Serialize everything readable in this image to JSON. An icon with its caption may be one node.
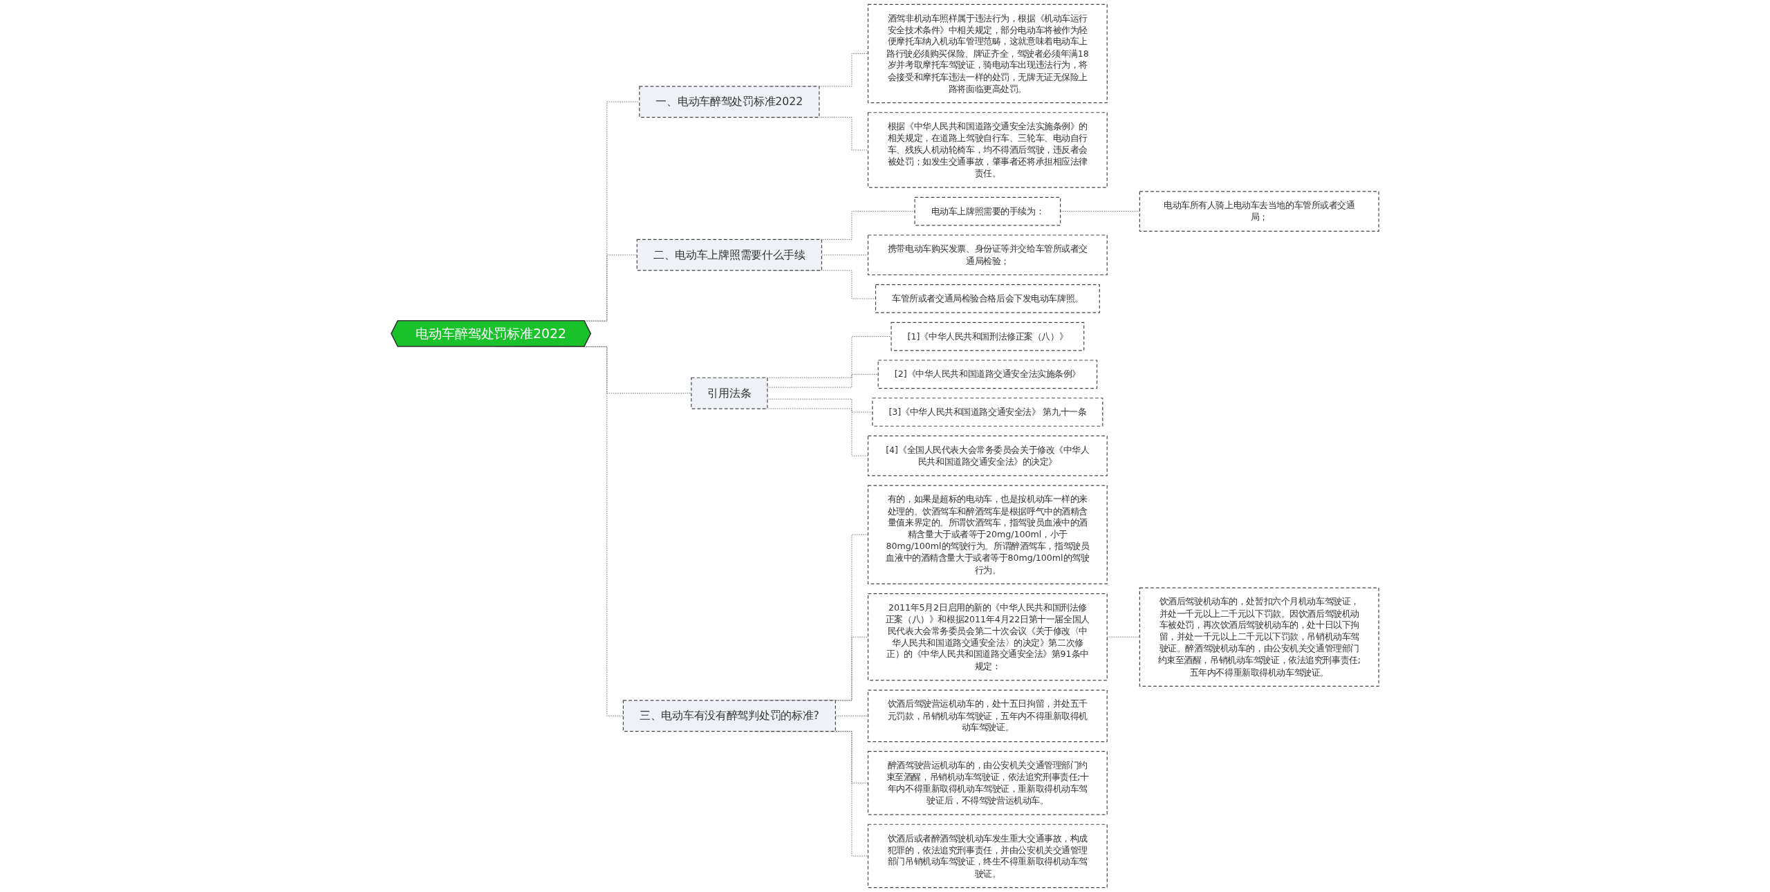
{
  "diagram": {
    "nodes": [
      {
        "text": [
          "电动车醉驾处罚标准2022"
        ]
      },
      {
        "text": [
          "一、电动车醉驾处罚标准2022"
        ]
      },
      {
        "text": [
          "酒驾非机动车照样属于违法行为，根据《机动车运行安全技术条件》中相关规定，部分电动车将被作为轻便摩托车纳入机动车管理范畴，这就意味着电动车上路行驶必须购买保险、牌证齐全，驾驶者必须年满18岁并考取摩托车驾驶证，骑电动车出现违法行为，将会接受和摩托车违法一样的处罚，无牌无证无保险上路将面临更高处罚。"
        ]
      },
      {
        "text": [
          "根据《中华人民共和国道路交通安全法实施条例》的相关规定，在道路上驾驶自行车、三轮车、电动自行车、残疾人机动轮椅车，均不得酒后驾驶，违反者会被处罚；如发生交通事故，肇事者还将承担相应法律责任。"
        ]
      },
      {
        "text": [
          "二、电动车上牌照需要什么手续"
        ]
      },
      {
        "text": [
          "电动车上牌照需要的手续为："
        ]
      },
      {
        "text": [
          "电动车所有人骑上电动车去当地的车管所或者交通局；"
        ]
      },
      {
        "text": [
          "携带电动车购买发票、身份证等并交给车管所或者交通局检验；"
        ]
      },
      {
        "text": [
          "车管所或者交通局检验合格后会下发电动车牌照。"
        ]
      },
      {
        "text": [
          "引用法条"
        ]
      },
      {
        "text": [
          "[1]《中华人民共和国刑法修正案（八）》"
        ]
      },
      {
        "text": [
          "[2]《中华人民共和国道路交通安全法实施条例》"
        ]
      },
      {
        "text": [
          "[3]《中华人民共和国道路交通安全法》 第九十一条"
        ]
      },
      {
        "text": [
          "[4]《全国人民代表大会常务委员会关于修改《中华人民共和国道路交通安全法》的决定》"
        ]
      },
      {
        "text": [
          "三、电动车有没有醉驾判处罚的标准?"
        ]
      },
      {
        "text": [
          "有的，如果是超标的电动车，也是按机动车一样的来处理的。饮酒驾车和醉酒驾车是根据呼气中的酒精含量值来界定的。所谓饮酒驾车，指驾驶员血液中的酒精含量大于或者等于20mg/100ml，小于80mg/100ml的驾驶行为。所谓醉酒驾车，指驾驶员血液中的酒精含量大于或者等于80mg/100ml的驾驶行为。"
        ]
      },
      {
        "text": [
          "2011年5月2日启用的新的《中华人民共和国刑法修正案（八）》和根据2011年4月22日第十一届全国人民代表大会常务委员会第二十次会议《关于修改〈中华人民共和国道路交通安全法〉的决定》第二次修正）的《中华人民共和国道路交通安全法》第91条中规定："
        ]
      },
      {
        "text": [
          "饮酒后驾驶机动车的，处暂扣六个月机动车驾驶证，并处一千元以上二千元以下罚款。因饮酒后驾驶机动车被处罚，再次饮酒后驾驶机动车的，处十日以下拘留，并处一千元以上二千元以下罚款，吊销机动车驾驶证。醉酒驾驶机动车的，由公安机关交通管理部门约束至酒醒，吊销机动车驾驶证，依法追究刑事责任;五年内不得重新取得机动车驾驶证。"
        ]
      },
      {
        "text": [
          "饮酒后驾驶营运机动车的，处十五日拘留，并处五千元罚款，吊销机动车驾驶证，五年内不得重新取得机动车驾驶证。"
        ]
      },
      {
        "text": [
          "醉酒驾驶营运机动车的，由公安机关交通管理部门约束至酒醒，吊销机动车驾驶证，依法追究刑事责任;十年内不得重新取得机动车驾驶证，重新取得机动车驾驶证后，不得驾驶营运机动车。"
        ]
      },
      {
        "text": [
          "饮酒后或者醉酒驾驶机动车发生重大交通事故，构成犯罪的，依法追究刑事责任，并由公安机关交通管理部门吊销机动车驾驶证，终生不得重新取得机动车驾驶证。"
        ]
      }
    ],
    "edges": [
      {
        "from": 0,
        "to": 1,
        "arrow": "none",
        "style": "dashed"
      },
      {
        "from": 1,
        "to": 2,
        "arrow": "none",
        "style": "dashed"
      },
      {
        "from": 1,
        "to": 3,
        "arrow": "none",
        "style": "dashed"
      },
      {
        "from": 0,
        "to": 4,
        "arrow": "none",
        "style": "dashed"
      },
      {
        "from": 4,
        "to": 5,
        "arrow": "none",
        "style": "dashed"
      },
      {
        "from": 5,
        "to": 6,
        "arrow": "none",
        "style": "dashed"
      },
      {
        "from": 4,
        "to": 7,
        "arrow": "none",
        "style": "dashed"
      },
      {
        "from": 4,
        "to": 8,
        "arrow": "none",
        "style": "dashed"
      },
      {
        "from": 0,
        "to": 9,
        "arrow": "none",
        "style": "dashed"
      },
      {
        "from": 9,
        "to": 10,
        "arrow": "none",
        "style": "dashed"
      },
      {
        "from": 9,
        "to": 11,
        "arrow": "none",
        "style": "dashed"
      },
      {
        "from": 9,
        "to": 12,
        "arrow": "none",
        "style": "dashed"
      },
      {
        "from": 9,
        "to": 13,
        "arrow": "none",
        "style": "dashed"
      },
      {
        "from": 0,
        "to": 14,
        "arrow": "none",
        "style": "dashed"
      },
      {
        "from": 14,
        "to": 15,
        "arrow": "none",
        "style": "dashed"
      },
      {
        "from": 14,
        "to": 16,
        "arrow": "none",
        "style": "dashed"
      },
      {
        "from": 16,
        "to": 17,
        "arrow": "none",
        "style": "dashed"
      },
      {
        "from": 14,
        "to": 18,
        "arrow": "none",
        "style": "dashed"
      },
      {
        "from": 14,
        "to": 19,
        "arrow": "none",
        "style": "dashed"
      },
      {
        "from": 14,
        "to": 20,
        "arrow": "none",
        "style": "dashed"
      }
    ]
  }
}
